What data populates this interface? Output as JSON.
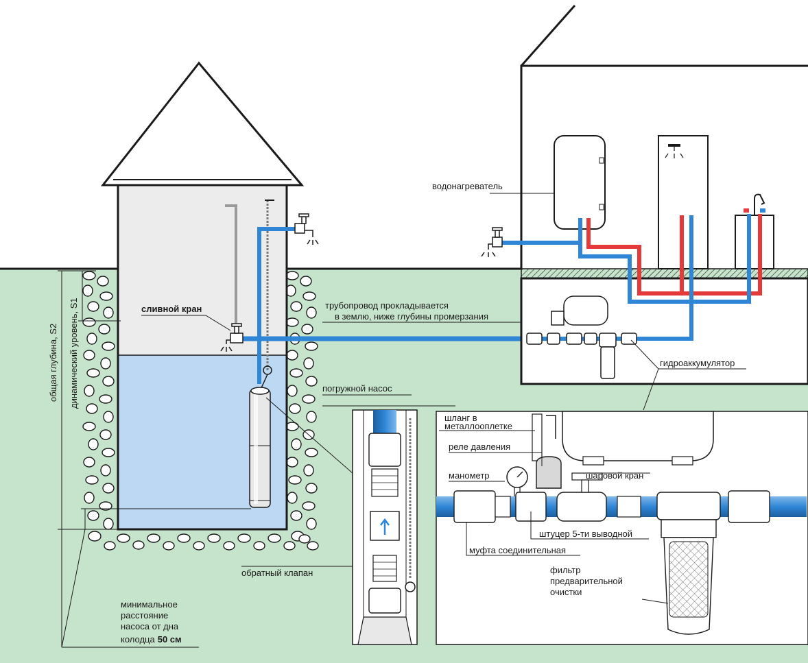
{
  "colors": {
    "ground": "#c6e3cc",
    "water": "#bcd8f2",
    "well_air": "#ececec",
    "cold_pipe": "#2f86d6",
    "hot_pipe": "#e53a3a",
    "outline": "#1a1a1a"
  },
  "labels": {
    "water_heater": "водонагреватель",
    "drain_valve": "сливной кран",
    "pipeline_line1": "трубопровод прокладывается",
    "pipeline_line2": "в землю, ниже глубины промерзания",
    "accumulator": "гидроаккумулятор",
    "submersible_pump": "погружной насос",
    "check_valve": "обратный клапан",
    "total_depth": "общая глубина, S2",
    "dynamic_level": "динамический уровень, S1",
    "min_distance_line1": "минимальное",
    "min_distance_line2": "расстояние",
    "min_distance_line3": "насоса от дна",
    "min_distance_line4": "колодца",
    "min_distance_value": "50 см",
    "hose_line1": "шланг в",
    "hose_line2": "металлооплетке",
    "pressure_relay": "реле давления",
    "manometer": "манометр",
    "ball_valve": "шаровой кран",
    "fitting": "штуцер 5-ти выводной",
    "coupling": "муфта соединительная",
    "filter_line1": "фильтр",
    "filter_line2": "предварительной",
    "filter_line3": "очистки"
  }
}
